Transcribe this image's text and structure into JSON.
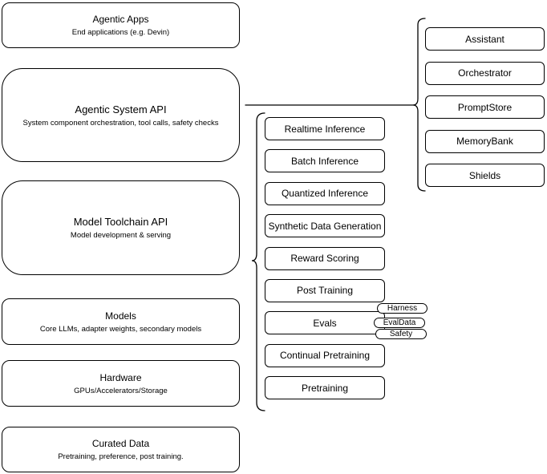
{
  "colors": {
    "background": "#ffffff",
    "node_fill": "#ffffff",
    "stroke": "#000000"
  },
  "layers": {
    "app_stack": [
      {
        "title": "Agentic Apps",
        "subtitle": "End applications (e.g. Devin)"
      },
      {
        "title": "Agentic System API",
        "subtitle": "System component orchestration, tool calls, safety checks"
      },
      {
        "title": "Model Toolchain API",
        "subtitle": "Model development & serving"
      },
      {
        "title": "Models",
        "subtitle": "Core LLMs, adapter weights, secondary models"
      },
      {
        "title": "Hardware",
        "subtitle": "GPUs/Accelerators/Storage"
      },
      {
        "title": "Curated Data",
        "subtitle": "Pretraining, preference, post training."
      }
    ]
  },
  "toolchain_api_items": [
    "Realtime Inference",
    "Batch Inference",
    "Quantized Inference",
    "Synthetic Data Generation",
    "Reward Scoring",
    "Post Training",
    "Evals",
    "Continual Pretraining",
    "Pretraining"
  ],
  "evals_tags": [
    "Harness",
    "EvalData",
    "Safety"
  ],
  "system_api_components": [
    "Assistant",
    "Orchestrator",
    "PromptStore",
    "MemoryBank",
    "Shields"
  ]
}
